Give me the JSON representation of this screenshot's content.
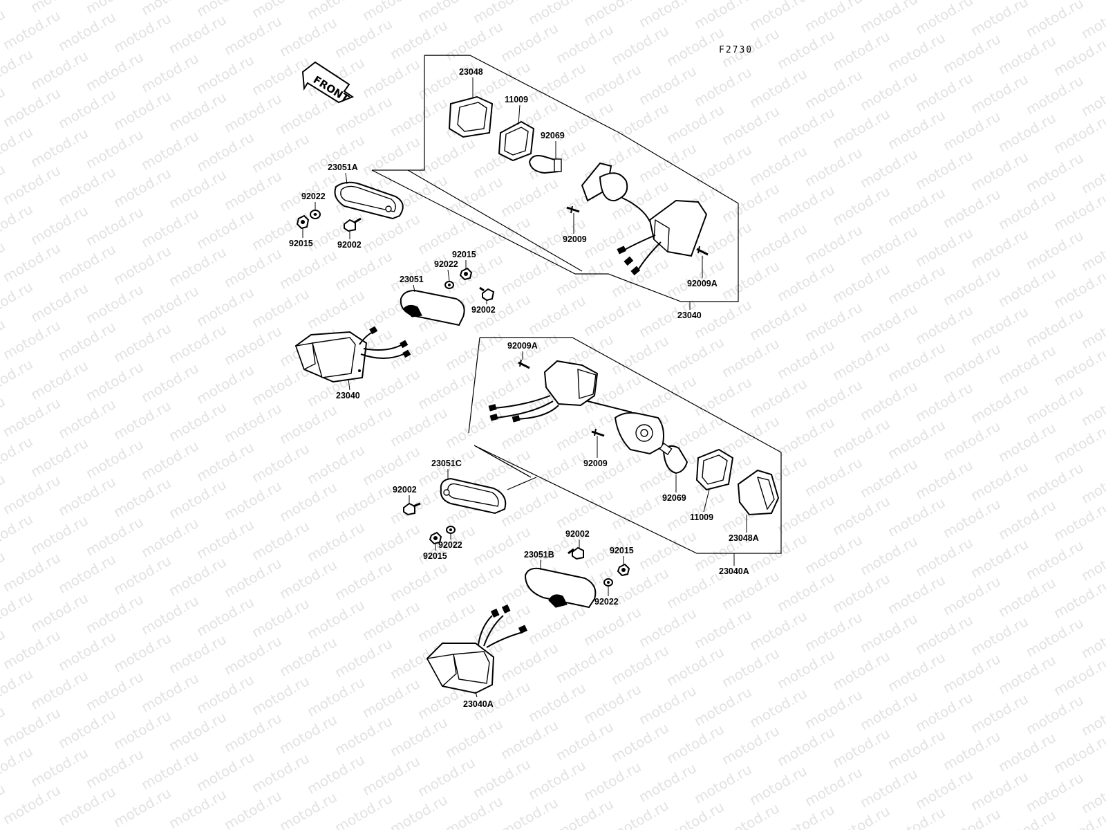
{
  "diagram": {
    "code": "F2730",
    "front_label": "FRONT",
    "watermark_text": "motod.ru",
    "labels": {
      "p23048": "23048",
      "p11009_top": "11009",
      "p92069_top": "92069",
      "p23051A": "23051A",
      "p92022_a": "92022",
      "p92015_a": "92015",
      "p92002_a": "92002",
      "p92009_top": "92009",
      "p92009A_top": "92009A",
      "p23040_box": "23040",
      "p92015_b": "92015",
      "p92022_b": "92022",
      "p23051": "23051",
      "p92002_b": "92002",
      "p23040_lamp": "23040",
      "p92009A_mid": "92009A",
      "p92009_mid": "92009",
      "p23051C": "23051C",
      "p92002_c": "92002",
      "p92022_c": "92022",
      "p92015_c": "92015",
      "p92069_mid": "92069",
      "p11009_mid": "11009",
      "p23048A": "23048A",
      "p23040A_box": "23040A",
      "p92002_d": "92002",
      "p23051B": "23051B",
      "p92015_d": "92015",
      "p92022_d": "92022",
      "p23040A_lamp": "23040A"
    }
  }
}
